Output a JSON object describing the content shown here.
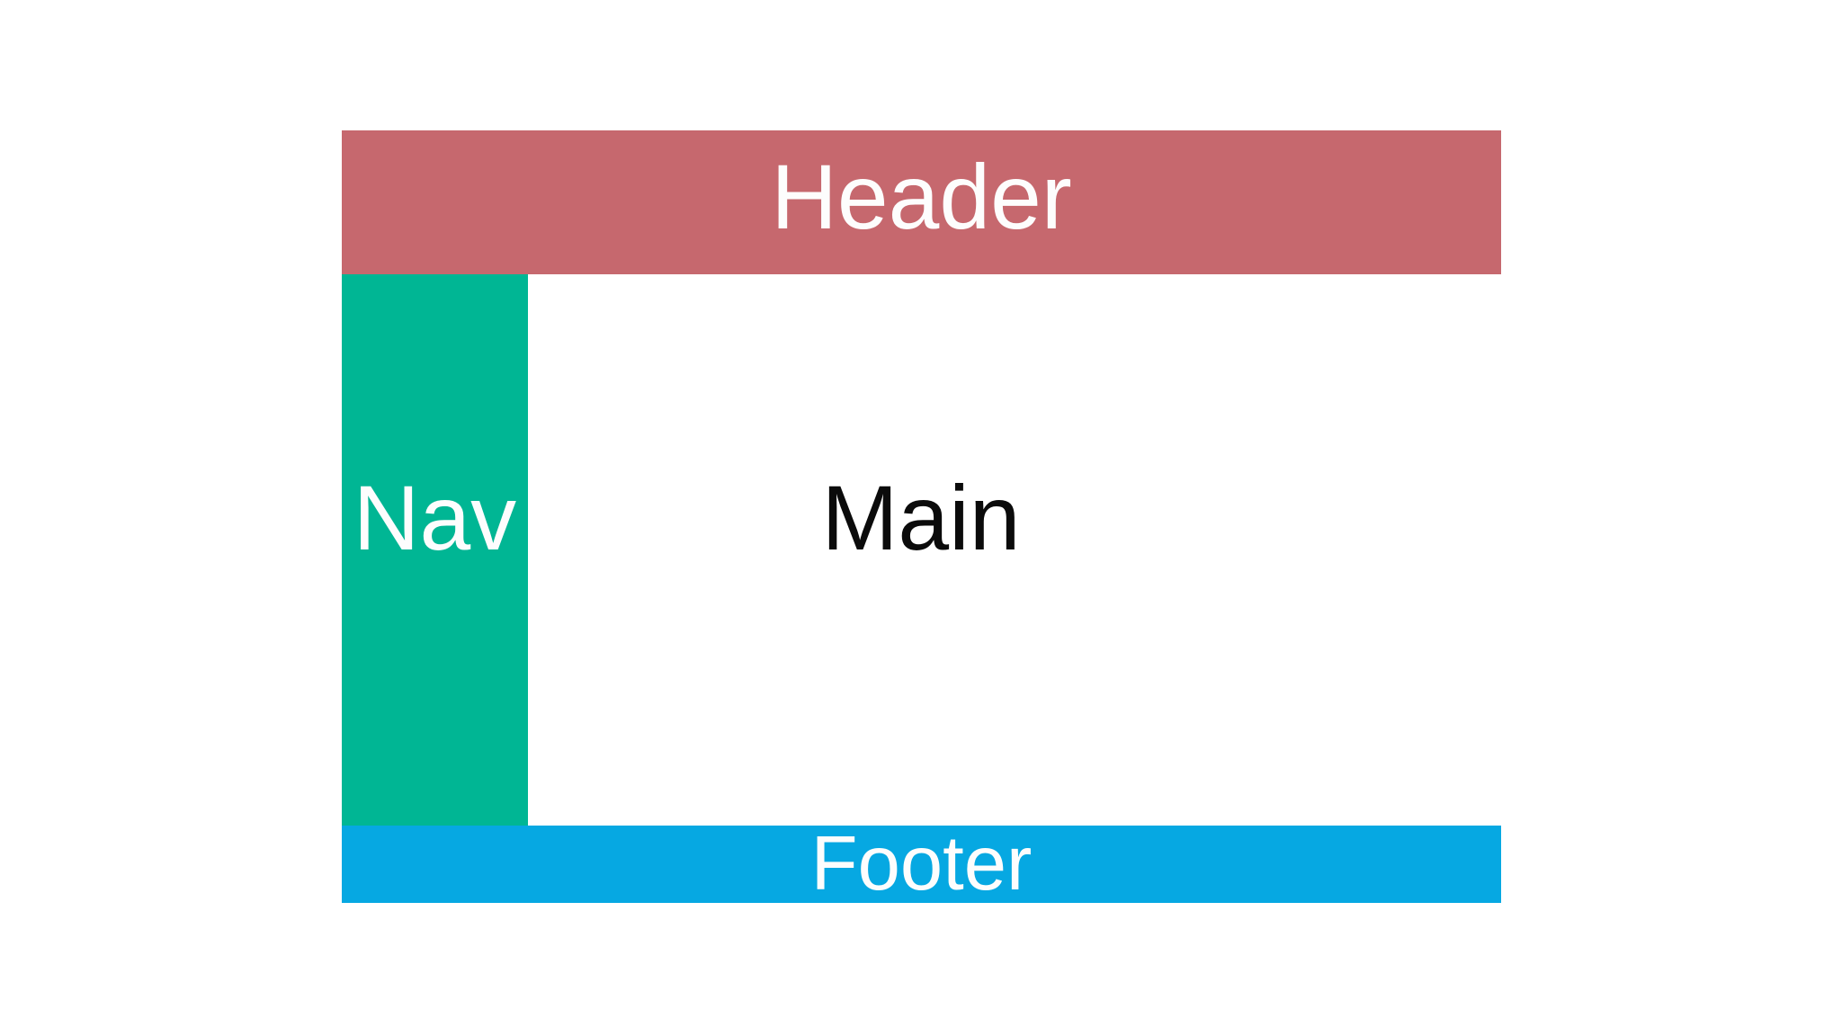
{
  "page": {
    "background": "#ffffff"
  },
  "regions": {
    "header": {
      "label": "Header",
      "color": "#C6686E",
      "text_color": "#FDFDFD"
    },
    "nav": {
      "label": "Nav",
      "color": "#00B694",
      "text_color": "#FDFDFD"
    },
    "main": {
      "label": "Main",
      "color": "#FFFFFF",
      "text_color": "#0B0B0B"
    },
    "footer": {
      "label": "Footer",
      "color": "#06A8E2",
      "text_color": "#FDFDFD"
    }
  }
}
